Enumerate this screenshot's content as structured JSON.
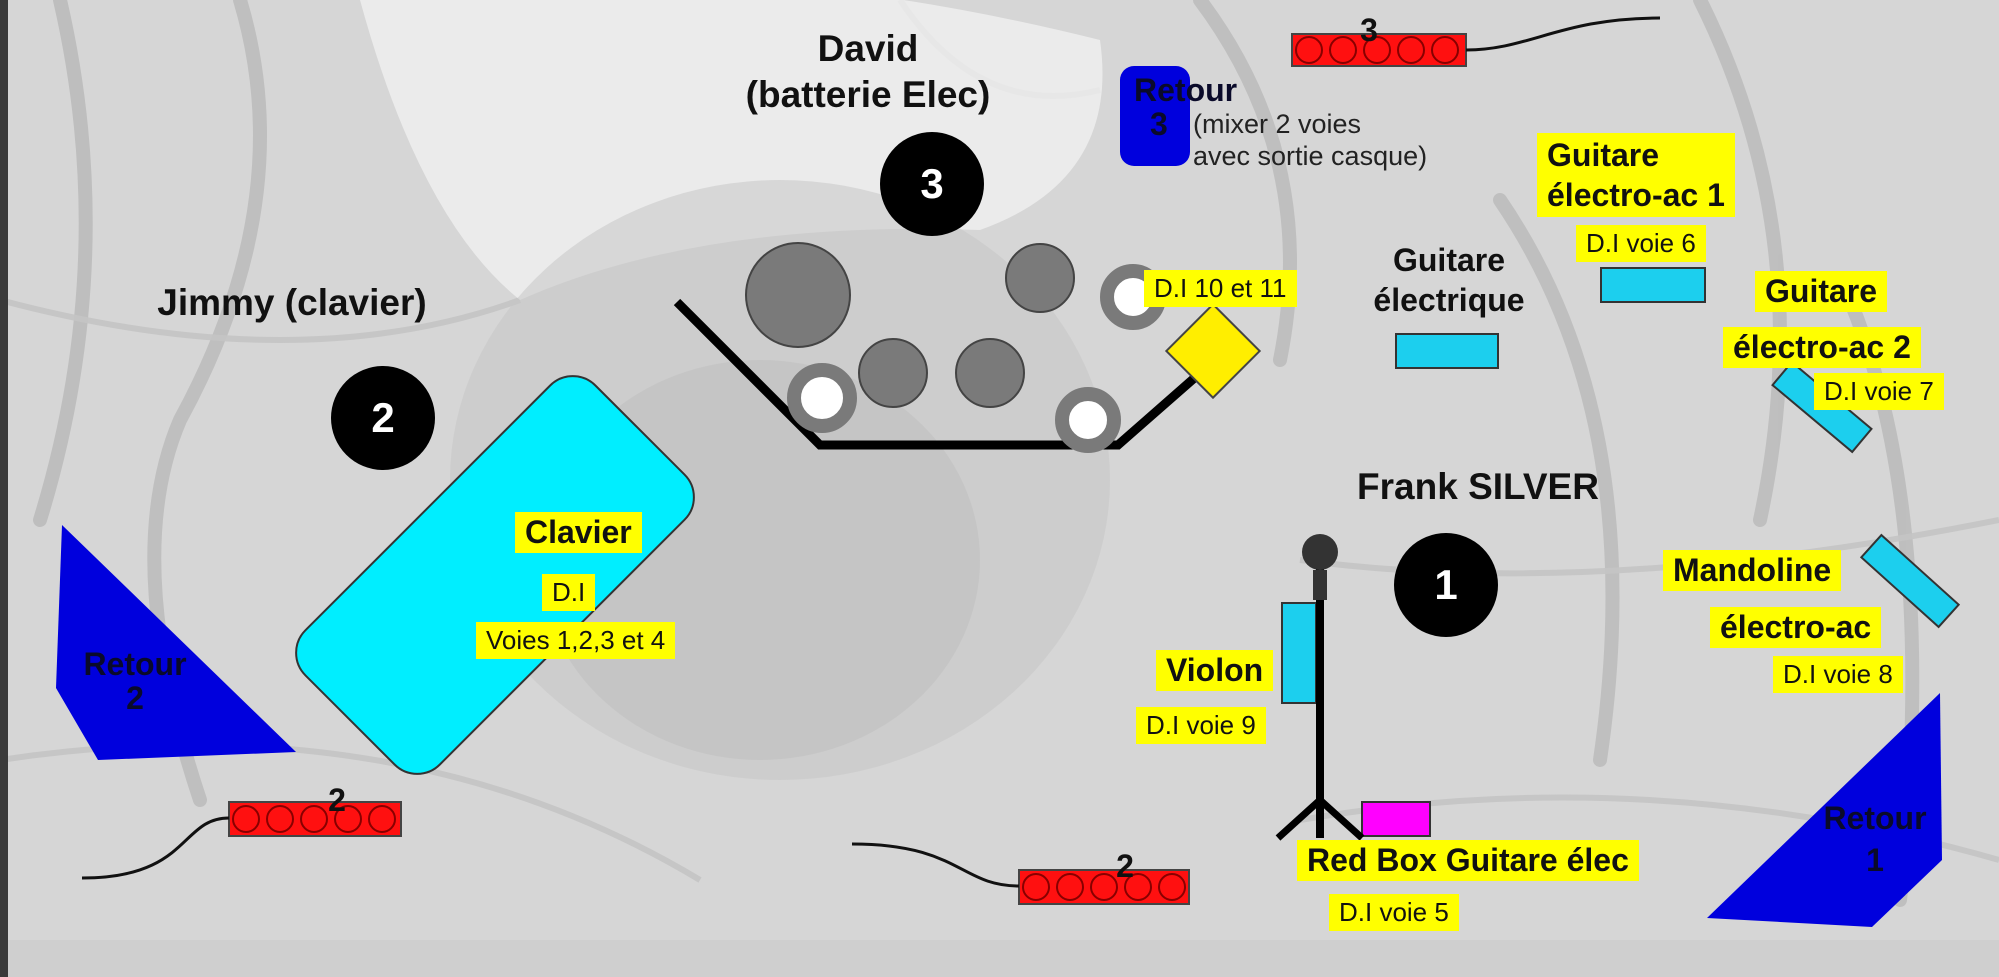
{
  "musicians": {
    "david": "David\n(batterie Elec)",
    "jimmy": "Jimmy (clavier)",
    "frank": "Frank SILVER"
  },
  "position_numbers": {
    "frank": "1",
    "jimmy": "2",
    "david": "3"
  },
  "drums": {
    "di": "D.I 10 et 11"
  },
  "keyboard": {
    "name": "Clavier",
    "di": "D.I",
    "channels": "Voies 1,2,3 et 4"
  },
  "instruments": {
    "guitare_electrique": "Guitare\nélectrique",
    "guitare_ea1": {
      "line1": "Guitare",
      "line2": "électro-ac 1",
      "di": "D.I voie 6"
    },
    "guitare_ea2": {
      "line1": "Guitare",
      "line2": "électro-ac 2",
      "di": "D.I voie 7"
    },
    "mandoline": {
      "line1": "Mandoline",
      "line2": "électro-ac",
      "di": "D.I voie 8"
    },
    "violon": {
      "name": "Violon",
      "di": "D.I voie 9"
    },
    "redbox": {
      "name": "Red Box Guitare élec",
      "di": "D.I voie 5"
    }
  },
  "monitors": {
    "retour1": {
      "label": "Retour",
      "num": "1"
    },
    "retour2": {
      "label": "Retour",
      "num": "2"
    },
    "retour3": {
      "label": "Retour",
      "num": "3",
      "note": "(mixer 2 voies\navec sortie casque)"
    }
  },
  "power_strips": {
    "top": "3",
    "left": "2",
    "bottom": "2"
  },
  "colors": {
    "label_bg": "#ffff00",
    "monitor": "#0000dd",
    "keyboard": "#00eeff",
    "di_box": "#1ccfee",
    "power_strip": "#ff1010",
    "redbox": "#ff00ff"
  }
}
